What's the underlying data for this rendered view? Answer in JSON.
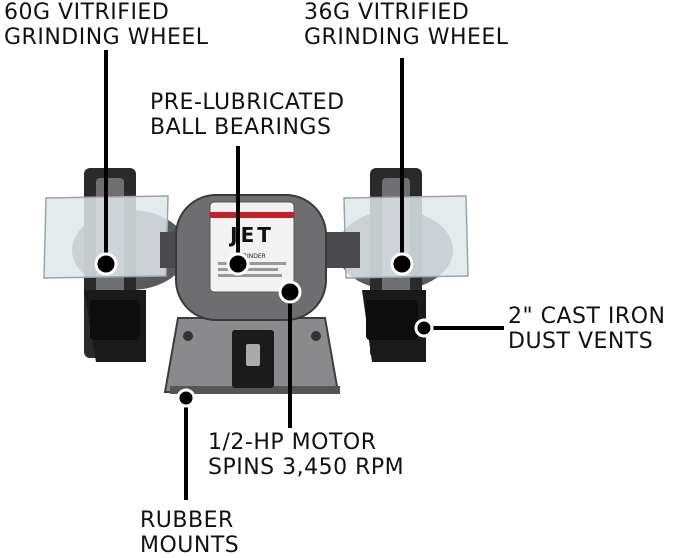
{
  "labels": {
    "wheel_60g": {
      "line1": "60G VITRIFIED",
      "line2": "GRINDING WHEEL"
    },
    "wheel_36g": {
      "line1": "36G VITRIFIED",
      "line2": "GRINDING WHEEL"
    },
    "bearings": {
      "line1": "PRE-LUBRICATED",
      "line2": "BALL BEARINGS"
    },
    "dust_vents": {
      "line1": "2\" CAST IRON",
      "line2": "DUST VENTS"
    },
    "motor": {
      "line1": "1/2-HP MOTOR",
      "line2": "SPINS 3,450 RPM"
    },
    "mounts": {
      "line1": "RUBBER",
      "line2": "MOUNTS"
    }
  },
  "product": {
    "brand": "JET",
    "plate_text": "GRINDER"
  },
  "colors": {
    "callout": "#000000",
    "body": "#6e6e70",
    "shield": "#dfe7ea",
    "accent": "#c8202a"
  }
}
